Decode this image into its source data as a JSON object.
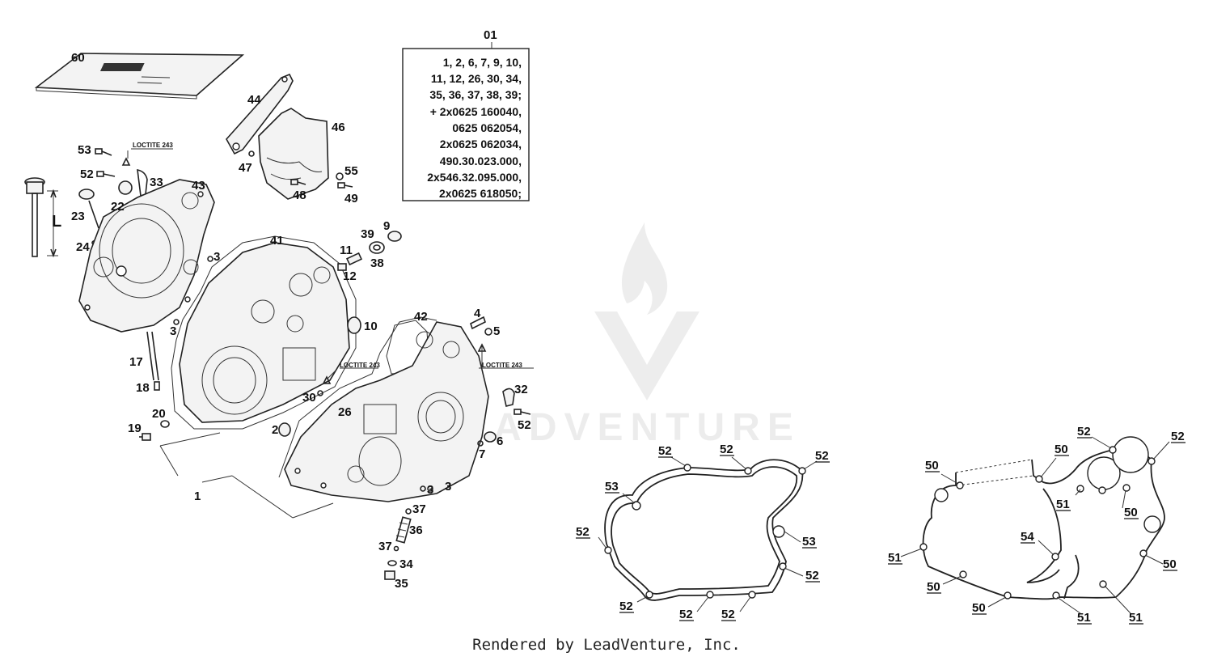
{
  "kit": {
    "number": "01",
    "lines": [
      "1, 2, 6, 7, 9, 10,",
      "11, 12, 26, 30, 34,",
      "35, 36, 37, 38, 39;",
      "+ 2x0625 160040,",
      "0625 062054,",
      "2x0625 062034,",
      "490.30.023.000,",
      "2x546.32.095.000,",
      "2x0625 618050;"
    ]
  },
  "notes": {
    "loctite_1": "LOCTITE 243",
    "loctite_2": "LOCTITE 243",
    "loctite_3": "LOCTITE 243",
    "dimension": "L"
  },
  "callouts": {
    "c60": "60",
    "c53": "53",
    "c52": "52",
    "c22": "22",
    "c33": "33",
    "c43": "43",
    "c23": "23",
    "c24": "24",
    "c44": "44",
    "c46": "46",
    "c47": "47",
    "c48": "48",
    "c55": "55",
    "c49": "49",
    "c41": "41",
    "c39": "39",
    "c9": "9",
    "c11": "11",
    "c38": "38",
    "c12": "12",
    "c3a": "3",
    "c3b": "3",
    "c10": "10",
    "c42": "42",
    "c4": "4",
    "c5": "5",
    "c17": "17",
    "c18": "18",
    "c30": "30",
    "c32": "32",
    "c20": "20",
    "c19": "19",
    "c26": "26",
    "c52b": "52",
    "c2": "2",
    "c6": "6",
    "c7": "7",
    "c1": "1",
    "c3c": "3",
    "c3d": "3",
    "c37a": "37",
    "c36": "36",
    "c37b": "37",
    "c34": "34",
    "c35": "35"
  },
  "gasket_left_labels": {
    "g1": "52",
    "g2": "52",
    "g3": "52",
    "g4": "53",
    "g5": "52",
    "g6": "53",
    "g7": "52",
    "g8": "52",
    "g9": "52",
    "g10": "52"
  },
  "gasket_right_labels": {
    "h1": "52",
    "h2": "52",
    "h3": "50",
    "h4": "50",
    "h5": "51",
    "h6": "50",
    "h7": "54",
    "h8": "51",
    "h9": "50",
    "h10": "50",
    "h11": "50",
    "h12": "51",
    "h13": "51"
  },
  "watermark": {
    "text": "ADVENTURE",
    "icon": "flame-v-logo-icon"
  },
  "footer": {
    "text": "Rendered by LeadVenture, Inc."
  }
}
